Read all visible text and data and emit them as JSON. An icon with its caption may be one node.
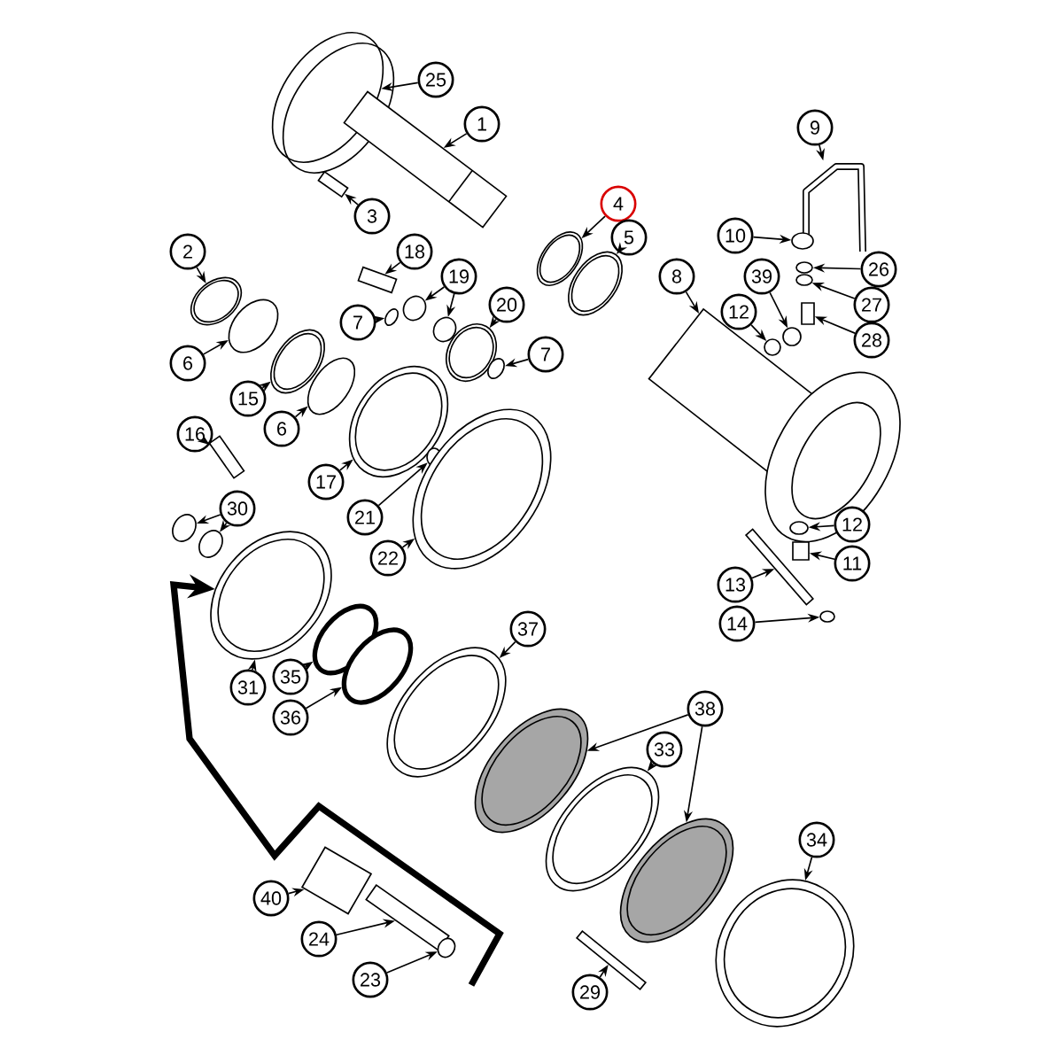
{
  "diagram": {
    "nodes": [
      {
        "text": [
          "25"
        ]
      },
      {
        "text": [
          "1"
        ]
      },
      {
        "text": [
          "3"
        ]
      },
      {
        "text": [
          "4"
        ]
      },
      {
        "text": [
          "5"
        ]
      },
      {
        "text": [
          "9"
        ]
      },
      {
        "text": [
          "10"
        ]
      },
      {
        "text": [
          "26"
        ]
      },
      {
        "text": [
          "27"
        ]
      },
      {
        "text": [
          "28"
        ]
      },
      {
        "text": [
          "8"
        ]
      },
      {
        "text": [
          "39"
        ]
      },
      {
        "text": [
          "12"
        ]
      },
      {
        "text": [
          "12"
        ]
      },
      {
        "text": [
          "11"
        ]
      },
      {
        "text": [
          "13"
        ]
      },
      {
        "text": [
          "14"
        ]
      },
      {
        "text": [
          "2"
        ]
      },
      {
        "text": [
          "18"
        ]
      },
      {
        "text": [
          "19"
        ]
      },
      {
        "text": [
          "7"
        ]
      },
      {
        "text": [
          "20"
        ]
      },
      {
        "text": [
          "7"
        ]
      },
      {
        "text": [
          "6"
        ]
      },
      {
        "text": [
          "15"
        ]
      },
      {
        "text": [
          "6"
        ]
      },
      {
        "text": [
          "16"
        ]
      },
      {
        "text": [
          "17"
        ]
      },
      {
        "text": [
          "30"
        ]
      },
      {
        "text": [
          "21"
        ]
      },
      {
        "text": [
          "22"
        ]
      },
      {
        "text": [
          "31"
        ]
      },
      {
        "text": [
          "35"
        ]
      },
      {
        "text": [
          "36"
        ]
      },
      {
        "text": [
          "37"
        ]
      },
      {
        "text": [
          "38"
        ]
      },
      {
        "text": [
          "33"
        ]
      },
      {
        "text": [
          "34"
        ]
      },
      {
        "text": [
          "40"
        ]
      },
      {
        "text": [
          "24"
        ]
      },
      {
        "text": [
          "23"
        ]
      },
      {
        "text": [
          "29"
        ]
      },
      {
        "text": [],
        "shape": "picture"
      },
      {
        "text": [],
        "shape": "picture"
      },
      {
        "text": [],
        "shape": "box"
      },
      {
        "text": [],
        "shape": "picture"
      },
      {
        "text": [],
        "shape": "picture"
      },
      {
        "text": [],
        "shape": "picture"
      },
      {
        "text": [],
        "shape": "circle"
      },
      {
        "text": [],
        "shape": "circle"
      },
      {
        "text": [],
        "shape": "circle"
      },
      {
        "text": [],
        "shape": "box"
      },
      {
        "text": [],
        "shape": "picture"
      },
      {
        "text": [],
        "shape": "circle"
      },
      {
        "text": [],
        "shape": "circle"
      },
      {
        "text": [],
        "shape": "circle"
      },
      {
        "text": [],
        "shape": "box"
      },
      {
        "text": [],
        "shape": "box"
      },
      {
        "text": [],
        "shape": "circle"
      },
      {
        "text": [],
        "shape": "picture"
      },
      {
        "text": [],
        "shape": "box"
      },
      {
        "text": [],
        "shape": "circle"
      },
      {
        "text": [],
        "shape": "circle"
      },
      {
        "text": [],
        "shape": "circle"
      },
      {
        "text": [],
        "shape": "picture"
      },
      {
        "text": [],
        "shape": "circle"
      },
      {
        "text": [],
        "shape": "circle"
      },
      {
        "text": [],
        "shape": "picture"
      },
      {
        "text": [],
        "shape": "circle"
      },
      {
        "text": [],
        "shape": "box"
      },
      {
        "text": [],
        "shape": "picture"
      },
      {
        "text": [],
        "shape": "circle"
      },
      {
        "text": [],
        "shape": "picture"
      },
      {
        "text": [],
        "shape": "circle"
      },
      {
        "text": [],
        "shape": "circle"
      },
      {
        "text": [],
        "shape": "picture"
      },
      {
        "text": [],
        "shape": "circle"
      },
      {
        "text": [],
        "shape": "circle"
      },
      {
        "text": [],
        "shape": "picture"
      },
      {
        "text": [],
        "shape": "picture"
      },
      {
        "text": [],
        "shape": "picture"
      },
      {
        "text": [],
        "shape": "picture"
      },
      {
        "text": [],
        "shape": "picture"
      },
      {
        "text": [],
        "shape": "box"
      },
      {
        "text": [],
        "shape": "box"
      },
      {
        "text": [],
        "shape": "circle"
      },
      {
        "text": [],
        "shape": "box"
      }
    ],
    "edges": [
      {
        "from": 0,
        "to": 42,
        "arrow": "to"
      },
      {
        "from": 1,
        "to": 43,
        "arrow": "to"
      },
      {
        "from": 2,
        "to": 44,
        "arrow": "to"
      },
      {
        "from": 3,
        "to": 45,
        "arrow": "to"
      },
      {
        "from": 4,
        "to": 46,
        "arrow": "to"
      },
      {
        "from": 5,
        "to": 47,
        "arrow": "to"
      },
      {
        "from": 6,
        "to": 48,
        "arrow": "to"
      },
      {
        "from": 7,
        "to": 49,
        "arrow": "to"
      },
      {
        "from": 8,
        "to": 50,
        "arrow": "to"
      },
      {
        "from": 9,
        "to": 51,
        "arrow": "to"
      },
      {
        "from": 10,
        "to": 52,
        "arrow": "to"
      },
      {
        "from": 11,
        "to": 53,
        "arrow": "to"
      },
      {
        "from": 12,
        "to": 54,
        "arrow": "to"
      },
      {
        "from": 13,
        "to": 55,
        "arrow": "to"
      },
      {
        "from": 14,
        "to": 56,
        "arrow": "to"
      },
      {
        "from": 15,
        "to": 57,
        "arrow": "to"
      },
      {
        "from": 16,
        "to": 58,
        "arrow": "to"
      },
      {
        "from": 17,
        "to": 59,
        "arrow": "to"
      },
      {
        "from": 18,
        "to": 60,
        "arrow": "to"
      },
      {
        "from": 19,
        "to": 61,
        "arrow": "to"
      },
      {
        "from": 19,
        "to": 62,
        "arrow": "to"
      },
      {
        "from": 20,
        "to": 63,
        "arrow": "to"
      },
      {
        "from": 21,
        "to": 64,
        "arrow": "to"
      },
      {
        "from": 22,
        "to": 65,
        "arrow": "to"
      },
      {
        "from": 23,
        "to": 66,
        "arrow": "to"
      },
      {
        "from": 24,
        "to": 67,
        "arrow": "to"
      },
      {
        "from": 25,
        "to": 68,
        "arrow": "to"
      },
      {
        "from": 26,
        "to": 69,
        "arrow": "to"
      },
      {
        "from": 27,
        "to": 70,
        "arrow": "to"
      },
      {
        "from": 28,
        "to": 73,
        "arrow": "to"
      },
      {
        "from": 28,
        "to": 74,
        "arrow": "to"
      },
      {
        "from": 29,
        "to": 71,
        "arrow": "to"
      },
      {
        "from": 30,
        "to": 72,
        "arrow": "to"
      },
      {
        "from": 31,
        "to": 75,
        "arrow": "to"
      },
      {
        "from": 32,
        "to": 76,
        "arrow": "to"
      },
      {
        "from": 33,
        "to": 77,
        "arrow": "to"
      },
      {
        "from": 34,
        "to": 78,
        "arrow": "to"
      },
      {
        "from": 35,
        "to": 79,
        "arrow": "to"
      },
      {
        "from": 35,
        "to": 81,
        "arrow": "to"
      },
      {
        "from": 36,
        "to": 80,
        "arrow": "to"
      },
      {
        "from": 37,
        "to": 82,
        "arrow": "to"
      },
      {
        "from": 38,
        "to": 83,
        "arrow": "to"
      },
      {
        "from": 39,
        "to": 84,
        "arrow": "to"
      },
      {
        "from": 40,
        "to": 85,
        "arrow": "to"
      },
      {
        "from": 41,
        "to": 86,
        "arrow": "to"
      },
      {
        "from": null,
        "to": 75,
        "arrow": "to",
        "style": "thick"
      }
    ]
  }
}
